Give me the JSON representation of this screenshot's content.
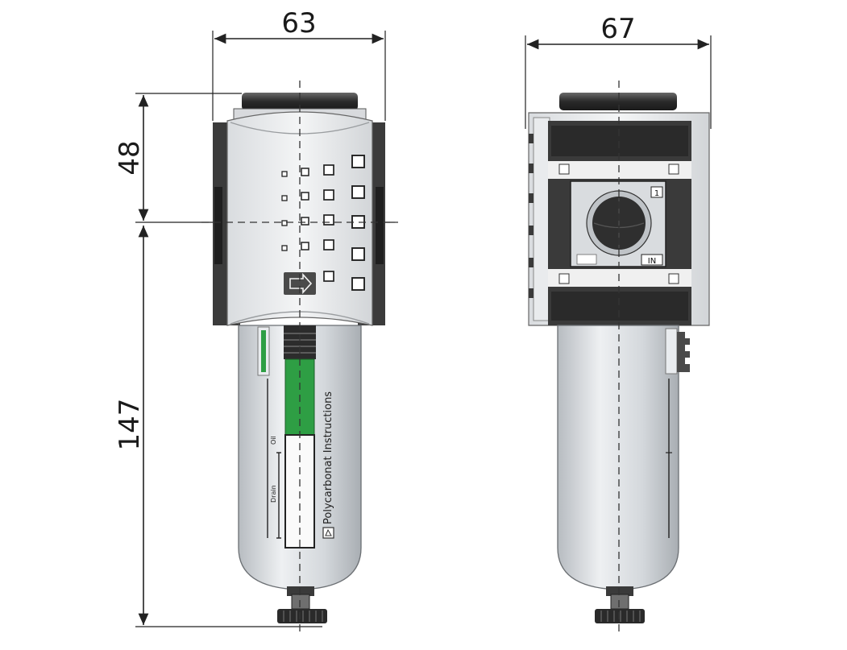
{
  "dimensions": {
    "front_width": "63",
    "side_width": "67",
    "upper_height": "48",
    "lower_height": "147"
  },
  "bowl_labels": {
    "instructions": "Polycarbonat Instructions",
    "oil": "Oil",
    "drain": "Drain"
  },
  "port_labels": {
    "port_number": "1",
    "inlet": "IN"
  },
  "colors": {
    "indicator_green": "#2e9e44",
    "body_dark": "#3a3a3a",
    "body_light": "#e4e6e8",
    "bowl": "#c9cdd1"
  }
}
